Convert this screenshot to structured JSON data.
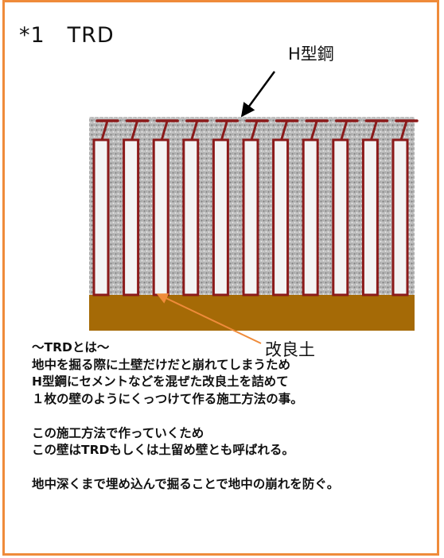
{
  "title": "*1　TRD",
  "label_h_beam": "H型鋼",
  "label_improved_soil": "改良土",
  "description": {
    "heading": "～TRDとは～",
    "para1": [
      "地中を掘る際に土壁だけだと崩れてしまうため",
      "H型鋼にセメントなどを混ぜた改良土を詰めて",
      "１枚の壁のようにくっつけて作る施工方法の事。"
    ],
    "para2": [
      "この施工方法で作っていくため",
      "この壁はTRDもしくは土留め壁とも呼ばれる。"
    ],
    "para3": [
      "地中深くまで埋め込んで掘ることで地中の崩れを防ぐ。"
    ]
  },
  "colors": {
    "frame": "#ef8b3a",
    "h_beam": "#8b1a1a",
    "improved_soil_pattern": "#9a9a9a",
    "base_soil": "#a56a06",
    "orange_arrow": "#ef8b3a",
    "black_arrow": "#000000"
  },
  "diagram": {
    "h_beam_count": 11
  }
}
